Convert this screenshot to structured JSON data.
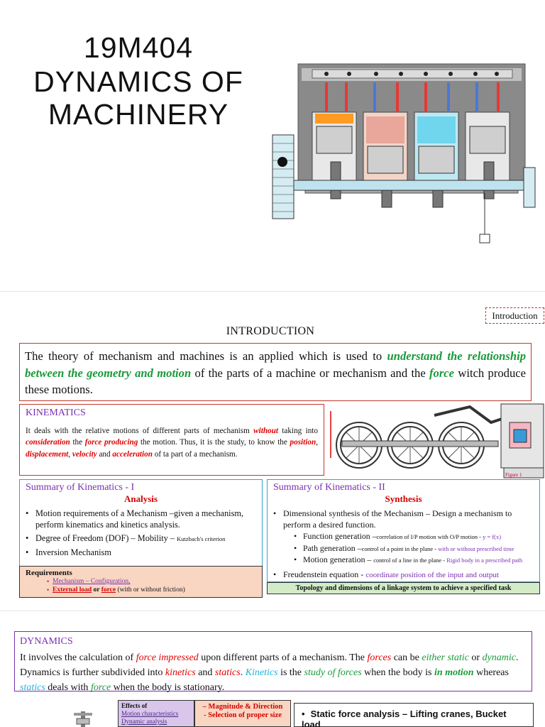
{
  "title_slide": {
    "code": "19M404",
    "line2": "DYNAMICS OF",
    "line3": "MACHINERY"
  },
  "introduction": {
    "tag": "Introduction",
    "heading": "INTRODUCTION",
    "p1": "The theory of mechanism and machines is an applied which is used to ",
    "p1_g": "understand the relationship between the geometry and motion",
    "p1_b": " of the parts of a machine or mechanism and the ",
    "p1_force": "force",
    "p1_c": " witch produce these motions."
  },
  "kinematics": {
    "title": "KINEMATICS",
    "t1": "It deals with the relative motions of different parts of mechanism ",
    "without": "without",
    "t2": " taking into ",
    "consideration": "consideration",
    "t3": " the ",
    "force_producing": "force producing",
    "t4": " the motion. Thus, it is the study, to know the ",
    "position": "position",
    "c1": ", ",
    "displacement": "displacement",
    "c2": ", ",
    "velocity": "velocity",
    "t5": " and ",
    "acceleration": "acceleration",
    "t6": " of ta part of a mechanism.",
    "figure_label": "Figure 1"
  },
  "summary1": {
    "title": "Summary of Kinematics - I",
    "subtitle": "Analysis",
    "b1": "Motion requirements of a Mechanism –given a mechanism, perform kinematics and kinetics analysis.",
    "b2": "Degree of Freedom (DOF) – Mobility – ",
    "b2_small": "Kutzbach's criterion",
    "b3": "Inversion Mechanism"
  },
  "requirements": {
    "title": "Requirements",
    "i1": "Mechanism – Configuration,",
    "i2a": "External load",
    "i2b": " or ",
    "i2c": "force",
    "i2d": " (with or without friction)"
  },
  "summary2": {
    "title": "Summary of Kinematics - II",
    "subtitle": "Synthesis",
    "b1": "Dimensional synthesis of the Mechanism – Design a mechanism to perform a desired function.",
    "s1": "Function generation –",
    "s1_small": "correlation of I/P motion with  O/P motion - ",
    "s1_p": "y = f(x)",
    "s2": "Path generation –",
    "s2_small": "control of a point in the plane - ",
    "s2_p": "with or without prescribed time",
    "s3": "Motion generation – ",
    "s3_small": "control of a line in the plane - ",
    "s3_p": "Rigid body in a prescribed path",
    "b2": "Freudenstein equation - ",
    "b2_p": "coordinate position of the input and output",
    "topology": "Topology and dimensions of a linkage system to achieve a specified task"
  },
  "dynamics": {
    "title": "DYNAMICS",
    "t1": "It involves the calculation of ",
    "force_impressed": "force impressed",
    "t2": " upon different parts of a mechanism. The ",
    "forces": "forces",
    "t3": " can be ",
    "either_static": "either static",
    "t4": " or ",
    "dynamic": "dynamic",
    "t5": ". Dynamics is further subdivided into ",
    "kinetics": "kinetics",
    "t6": " and ",
    "statics": "statics",
    "t7": ". ",
    "kinetics2": "Kinetics",
    "t8": " is the ",
    "study_of_forces": "study of forces",
    "t9": " when the body is ",
    "in_motion": "in motion",
    "t10": " whereas ",
    "statics2": "statics",
    "t11": " deals with ",
    "force": "force",
    "t12": " when the body is stationary."
  },
  "bottom": {
    "effects_title": "Effects of",
    "effects_1": "Motion characteristics",
    "effects_2": "Dynamic analysis",
    "mag_1": "– Magnitude & Direction",
    "mag_2": "- Selection of proper size",
    "static_force": "Static force analysis – Lifting cranes, Bucket load"
  }
}
